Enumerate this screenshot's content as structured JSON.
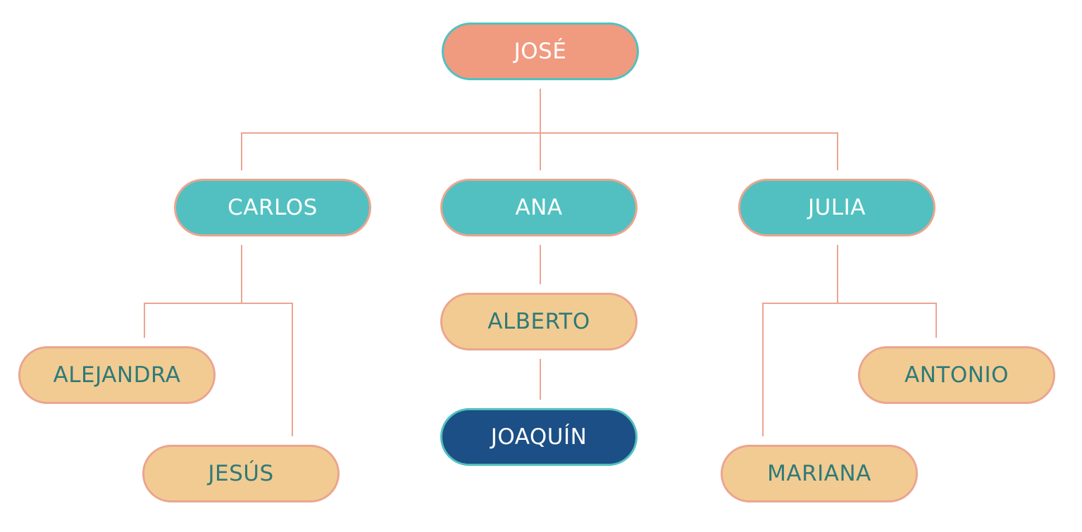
{
  "diagram": {
    "root": {
      "label": "JOSÉ",
      "color": "#f09a80",
      "border": "#52c0c0"
    },
    "children": [
      {
        "label": "CARLOS",
        "color": "#52c0c0"
      },
      {
        "label": "ANA",
        "color": "#52c0c0"
      },
      {
        "label": "JULIA",
        "color": "#52c0c0"
      }
    ],
    "grandchildren": {
      "carlos": [
        "ALEJANDRA",
        "JESÚS"
      ],
      "ana": [
        "ALBERTO"
      ],
      "julia": [
        "ANTONIO",
        "MARIANA"
      ]
    },
    "great_grandchildren": {
      "alberto": [
        "JOAQUÍN"
      ]
    },
    "colors": {
      "leaf_fill": "#f2cb92",
      "leaf_text": "#2e7a78",
      "highlight_fill": "#1b4f85",
      "connector": "#eba58f"
    }
  }
}
